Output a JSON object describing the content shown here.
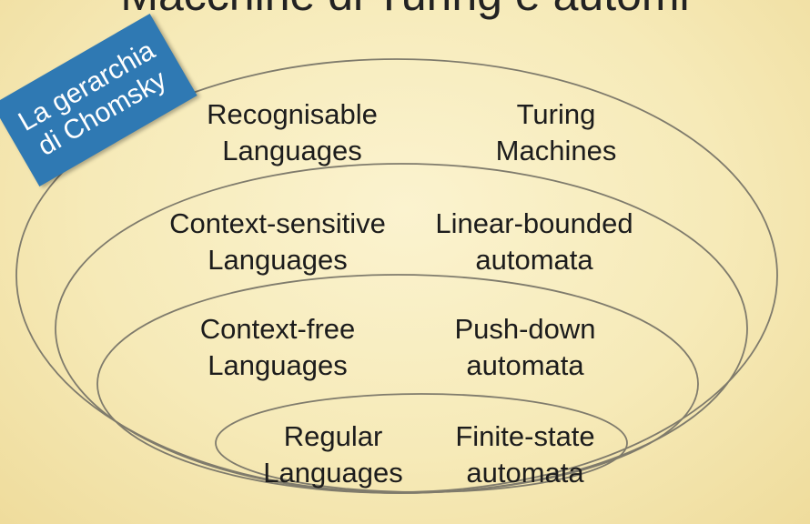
{
  "slide": {
    "title": "Macchine di Turing e automi"
  },
  "badge": {
    "line1": "La gerarchia",
    "line2": "di Chomsky"
  },
  "levels": [
    {
      "language_line1": "Recognisable",
      "language_line2": "Languages",
      "machine_line1": "Turing",
      "machine_line2": "Machines"
    },
    {
      "language_line1": "Context-sensitive",
      "language_line2": "Languages",
      "machine_line1": "Linear-bounded",
      "machine_line2": "automata"
    },
    {
      "language_line1": "Context-free",
      "language_line2": "Languages",
      "machine_line1": "Push-down",
      "machine_line2": "automata"
    },
    {
      "language_line1": "Regular",
      "language_line2": "Languages",
      "machine_line1": "Finite-state",
      "machine_line2": "automata"
    }
  ],
  "colors": {
    "background": "#f6eab8",
    "badge": "#2f79b3",
    "ellipse_stroke": "#7f7b6c",
    "text": "#1c1c1c"
  }
}
